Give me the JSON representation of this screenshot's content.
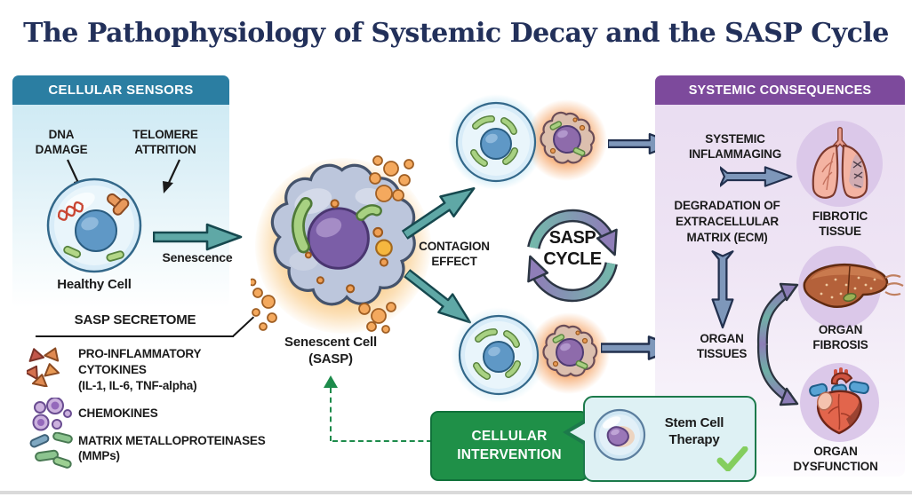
{
  "title": "The Pathophysiology of Systemic Decay and the SASP Cycle",
  "cellular_sensors": {
    "header": "CELLULAR SENSORS",
    "dna_damage_l1": "DNA",
    "dna_damage_l2": "DAMAGE",
    "telomere_l1": "TELOMERE",
    "telomere_l2": "ATTRITION",
    "healthy_cell_label": "Healthy Cell",
    "senescence_label": "Senescence"
  },
  "sasp_secretome": {
    "header": "SASP SECRETOME",
    "cytokines_l1": "PRO-INFLAMMATORY",
    "cytokines_l2": "CYTOKINES",
    "cytokines_l3": "(IL-1, IL-6, TNF-alpha)",
    "chemokines": "CHEMOKINES",
    "mmps_l1": "MATRIX METALLOPROTEINASES",
    "mmps_l2": "(MMPs)"
  },
  "center": {
    "senescent_l1": "Senescent Cell",
    "senescent_l2": "(SASP)",
    "contagion_l1": "CONTAGION",
    "contagion_l2": "EFFECT",
    "cycle_l1": "SASP",
    "cycle_l2": "CYCLE"
  },
  "systemic_consequences": {
    "header": "SYSTEMIC CONSEQUENCES",
    "inflammaging_l1": "SYSTEMIC",
    "inflammaging_l2": "INFLAMMAGING",
    "ecm_l1": "DEGRADATION OF",
    "ecm_l2": "EXTRACELLULAR",
    "ecm_l3": "MATRIX (ECM)",
    "fibrotic_l1": "FIBROTIC",
    "fibrotic_l2": "TISSUE",
    "organ_tissues_l1": "ORGAN",
    "organ_tissues_l2": "TISSUES",
    "organ_fibrosis_l1": "ORGAN",
    "organ_fibrosis_l2": "FIBROSIS",
    "organ_dysfunction_l1": "ORGAN",
    "organ_dysfunction_l2": "DYSFUNCTION"
  },
  "intervention": {
    "box_l1": "CELLULAR",
    "box_l2": "INTERVENTION",
    "therapy_l1": "Stem Cell",
    "therapy_l2": "Therapy"
  },
  "icons": {
    "healthy_cell": "healthy-cell-icon",
    "senescent_cell": "senescent-cell-icon",
    "cell_pair": "infected-cell-pair-icon",
    "cytokines": "cytokine-blobs-icon",
    "chemokines": "chemokine-circles-icon",
    "mmps": "mmp-rods-icon",
    "sasp_cycle": "circular-arrows-icon",
    "lungs": "lungs-icon",
    "liver": "liver-icon",
    "heart": "heart-icon",
    "stem_cell": "stem-cell-icon",
    "checkmark": "checkmark-icon"
  },
  "colors": {
    "title_text": "#22305a",
    "sensors_header_bg": "#2b7ea2",
    "consequences_header_bg": "#7d4a9c",
    "teal_arrow": "#5fa8a6",
    "slate_arrow": "#7e97ba",
    "cycle_teal": "#74b7ab",
    "cycle_purple": "#8f7eb8",
    "green_box_bg": "#1f9048",
    "dashed_green": "#1d8b4b",
    "mint_box_bg": "#def1f4",
    "orange_glow": "#f7b85c"
  }
}
